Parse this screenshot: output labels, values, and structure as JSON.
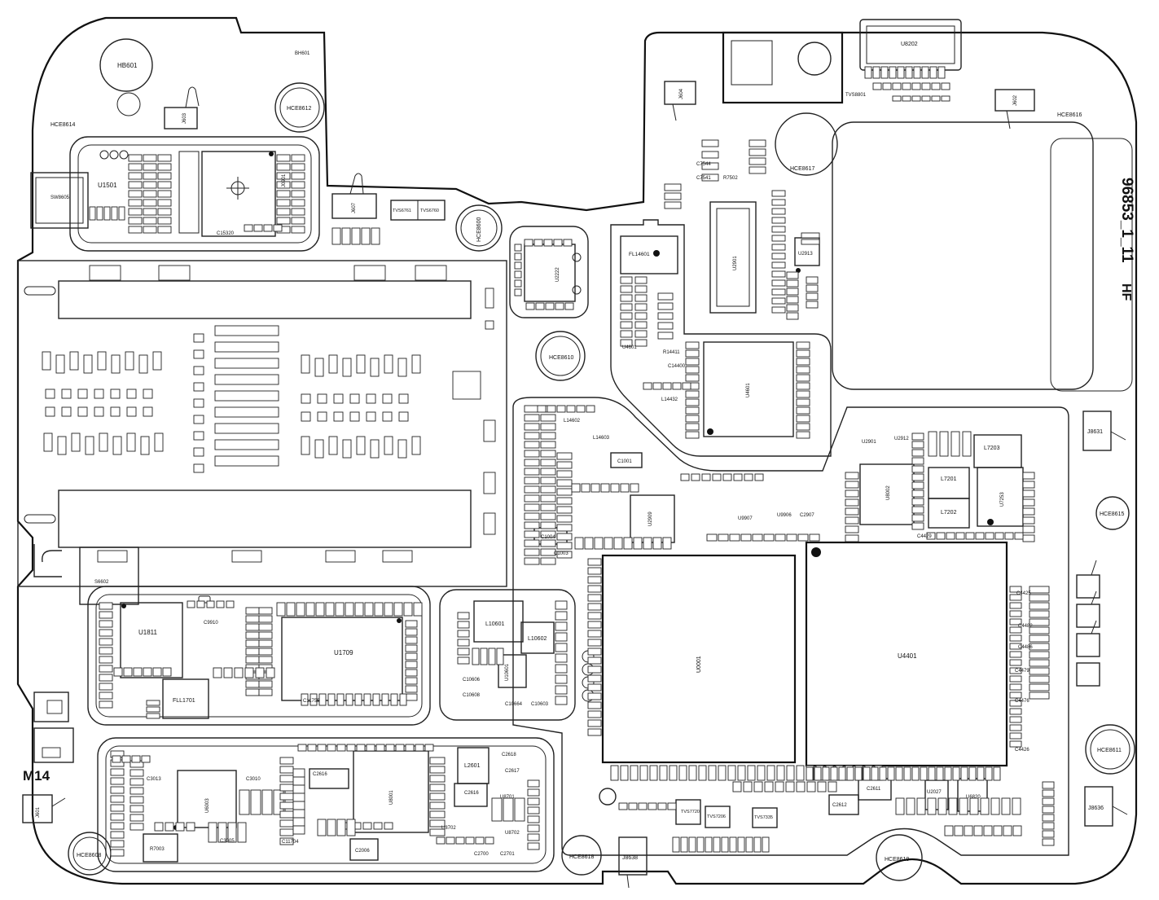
{
  "board": {
    "board_id": "96853_1_11",
    "band_marking": "HF",
    "corner_marking": "M14"
  },
  "labels": {
    "hb8601": "HB601",
    "bh601": "BH601",
    "hce8614": "HCE8614",
    "hce8612": "HCE8612",
    "hce8616": "HCE8616",
    "hce8617": "HCE8617",
    "hce8610": "HCE8610",
    "hce8600": "HCE8600",
    "hce8615": "HCE8615",
    "hce8611": "HCE8611",
    "hce8608": "HCE8608",
    "hce8618": "HCE8618",
    "hce8619": "HCE8619",
    "j603": "J603",
    "j604": "J604",
    "j602": "J602",
    "j601": "J601",
    "j607": "J607",
    "j8631": "J8631",
    "j8636": "J8636",
    "j8638": "J8638",
    "u8202": "U8202",
    "sw8605": "SW8605",
    "u1501": "U1501",
    "c15320": "C15320",
    "tvs6761": "TVS6761",
    "tvs6760": "TVS6760",
    "tvs8801": "TVS8801",
    "u2222": "U2222",
    "fl14601": "FL14601",
    "u4601": "U4601",
    "u4601b": "U4601",
    "r14411": "R14411",
    "c14400": "C14400",
    "l14432": "L14432",
    "u2901": "U2901",
    "u2912": "U2912",
    "u2913": "U2913",
    "c7544": "C7544",
    "c7541": "C7541",
    "r7502": "R7502",
    "l14602": "L14602",
    "l14603": "L14603",
    "c1001": "C1001",
    "u2909": "U2909",
    "c1004": "C1004",
    "c1003": "C1003",
    "u9907": "U9907",
    "u9906": "U9906",
    "c2907": "C2907",
    "u8002": "U8002",
    "l7203": "L7203",
    "l7201": "L7201",
    "l7202": "L7202",
    "u7253": "U7253",
    "c4429": "C4429",
    "u1811": "U1811",
    "u1709": "U1709",
    "c11755": "C11755",
    "fll1701": "FLL1701",
    "c9910": "C9910",
    "l10601": "L10601",
    "l10602": "L10602",
    "c10606": "C10606",
    "c10608": "C10608",
    "c10664": "C10664",
    "c10603": "C10603",
    "u10601": "U10601",
    "u0001": "U0001",
    "u4401": "U4401",
    "c4425": "C4425",
    "c4426": "C4426",
    "c4476": "C4476",
    "c4479": "C4479",
    "c4482": "C4482",
    "c4486": "C4486",
    "c3013": "C3013",
    "c3010": "C3010",
    "u6003": "U6003",
    "r7003": "R7003",
    "c3005": "C3005",
    "c11704": "C11704",
    "c2616": "C2616",
    "u8001": "U8001",
    "l2601": "L2601",
    "c2618": "C2618",
    "c2617": "C2617",
    "u8701": "U8701",
    "u8702": "U8702",
    "u8702b": "U8702",
    "c2006": "C2006",
    "c2700": "C2700",
    "c2701": "C2701",
    "c2612": "C2612",
    "c2611": "C2611",
    "u2027": "U2027",
    "u6820": "U6820",
    "tvs7206": "TVS7206",
    "tvs7335": "TVS7335",
    "tvs7720": "TVS7720",
    "s6602": "S6602",
    "j0901": "J0901"
  },
  "colors": {
    "outline": "#111111",
    "background": "#ffffff",
    "watermark": "#e6e6e6"
  }
}
